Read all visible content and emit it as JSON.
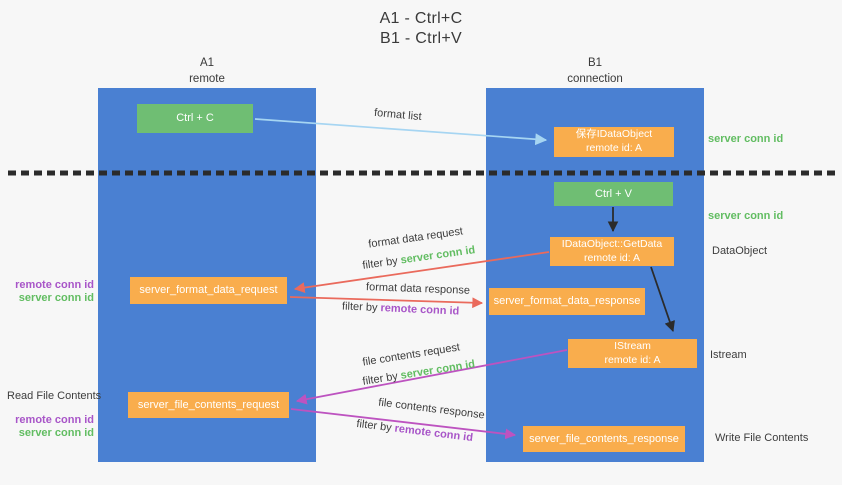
{
  "title": {
    "line1": "A1 - Ctrl+C",
    "line2": "B1 - Ctrl+V"
  },
  "columns": {
    "left": {
      "id": "A1",
      "role": "remote"
    },
    "right": {
      "id": "B1",
      "role": "connection"
    }
  },
  "nodes": {
    "ctrl_c": {
      "label": "Ctrl + C"
    },
    "ctrl_v": {
      "label": "Ctrl + V"
    },
    "save_dataobject": {
      "line1": "保存IDataObject",
      "line2": "remote id: A"
    },
    "getdata": {
      "line1": "IDataObject::GetData",
      "line2": "remote id: A"
    },
    "istream": {
      "line1": "IStream",
      "line2": "remote id: A"
    },
    "server_format_data_request": {
      "label": "server_format_data_request"
    },
    "server_format_data_response": {
      "label": "server_format_data_response"
    },
    "server_file_contents_request": {
      "label": "server_file_contents_request"
    },
    "server_file_contents_response": {
      "label": "server_file_contents_response"
    }
  },
  "flow_labels": {
    "format_list": "format list",
    "format_data_request": "format data request",
    "format_data_response": "format data response",
    "file_contents_request": "file contents request",
    "file_contents_response": "file contents response",
    "filter_by": "filter by",
    "server_conn_id": "server conn id",
    "remote_conn_id": "remote conn id"
  },
  "side_labels": {
    "right_server_conn_id_1": "server conn id",
    "right_server_conn_id_2": "server conn id",
    "dataobject": "DataObject",
    "istream": "Istream",
    "write_file_contents": "Write File Contents",
    "read_file_contents": "Read File Contents",
    "left_remote_conn_id_1": "remote conn id",
    "left_server_conn_id_1": "server conn id",
    "left_remote_conn_id_2": "remote conn id",
    "left_server_conn_id_2": "server conn id"
  },
  "colors": {
    "background": "#f7f7f7",
    "lane_blue": "#4a80d2",
    "node_green": "#6fbe73",
    "node_orange": "#f9ad4d",
    "arrow_light_blue": "#a6d5f2",
    "arrow_red": "#ea6a5c",
    "arrow_magenta": "#bd53c0",
    "arrow_black": "#2b2b2b",
    "text_green": "#62bd62",
    "text_purple": "#a855c8",
    "text_dark": "#3d3d3d"
  }
}
